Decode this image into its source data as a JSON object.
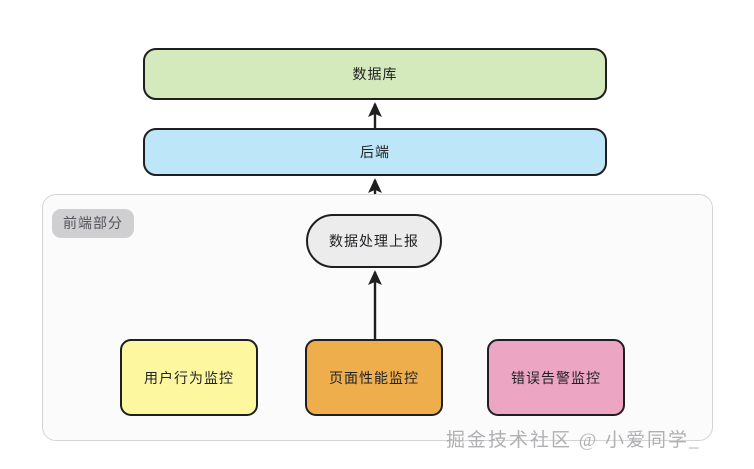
{
  "diagram": {
    "type": "flowchart",
    "direction": "bottom-to-top",
    "nodes": [
      {
        "id": "database",
        "label": "数据库",
        "shape": "rounded-rect",
        "color": "#d4eabc"
      },
      {
        "id": "backend",
        "label": "后端",
        "shape": "rounded-rect",
        "color": "#bde6f8"
      },
      {
        "id": "report",
        "label": "数据处理上报",
        "shape": "stadium",
        "color": "#ececec"
      },
      {
        "id": "behavior",
        "label": "用户行为监控",
        "shape": "rounded-rect",
        "color": "#fdf8a0"
      },
      {
        "id": "performance",
        "label": "页面性能监控",
        "shape": "rounded-rect",
        "color": "#eeae4c"
      },
      {
        "id": "error",
        "label": "错误告警监控",
        "shape": "rounded-rect",
        "color": "#eda5c4"
      }
    ],
    "subgraph": {
      "id": "frontend",
      "label": "前端部分",
      "label_background": "#cfcfd1",
      "border_color": "#d4d4d6",
      "background": "#fbfbfb"
    },
    "edges": [
      {
        "from": "backend",
        "to": "database",
        "arrow": "up"
      },
      {
        "from": "frontend",
        "to": "backend",
        "arrow": "up"
      },
      {
        "from": "performance",
        "to": "report",
        "arrow": "up"
      }
    ],
    "stroke_color": "#1f1f22"
  },
  "watermark": {
    "text": "掘金技术社区 @ 小爱同学_",
    "color": "#b0b0b3"
  }
}
